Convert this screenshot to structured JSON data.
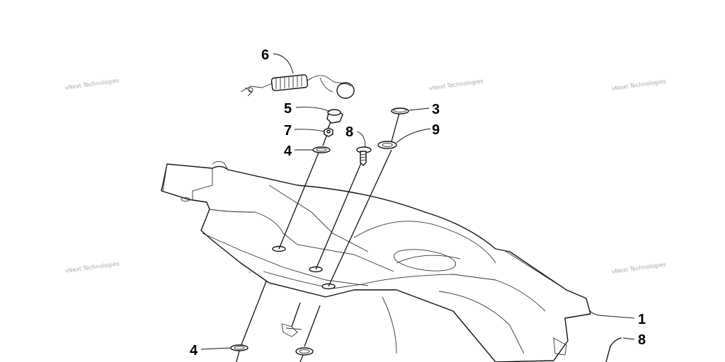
{
  "diagram": {
    "watermark_text": "vNext Technologies",
    "callouts": [
      {
        "id": "c6",
        "label": "6"
      },
      {
        "id": "c5",
        "label": "5"
      },
      {
        "id": "c7",
        "label": "7"
      },
      {
        "id": "c4a",
        "label": "4"
      },
      {
        "id": "c8a",
        "label": "8"
      },
      {
        "id": "c3",
        "label": "3"
      },
      {
        "id": "c9",
        "label": "9"
      },
      {
        "id": "c1",
        "label": "1"
      },
      {
        "id": "c8b",
        "label": "8"
      },
      {
        "id": "c4b",
        "label": "4"
      }
    ]
  }
}
